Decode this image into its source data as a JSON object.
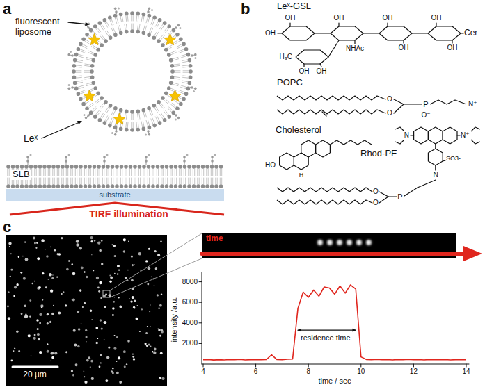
{
  "diagram": {
    "labels": [
      "a",
      "b",
      "c",
      "fluorescent liposome",
      "Leˣ",
      "SLB",
      "substrate",
      "TIRF illumination",
      "Leˣ-GSL",
      "POPC",
      "Cholesterol",
      "Rhod-PE",
      "Cer",
      "NHAc",
      "OH",
      "OH",
      "OH",
      "OH",
      "OH",
      "OH",
      "OH",
      "H₃C",
      "OH",
      "OH",
      "O",
      "O",
      "P",
      "O⁻",
      "N⁺",
      "HO",
      "H",
      "N",
      "N⁺",
      "SO3-",
      "O",
      "O",
      "P",
      "N",
      "20 µm",
      "time",
      "residence time",
      "intensity /a.u.",
      "time / sec",
      "8000",
      "6000",
      "4000",
      "2000",
      "4",
      "6",
      "8",
      "10",
      "12",
      "14"
    ]
  }
}
